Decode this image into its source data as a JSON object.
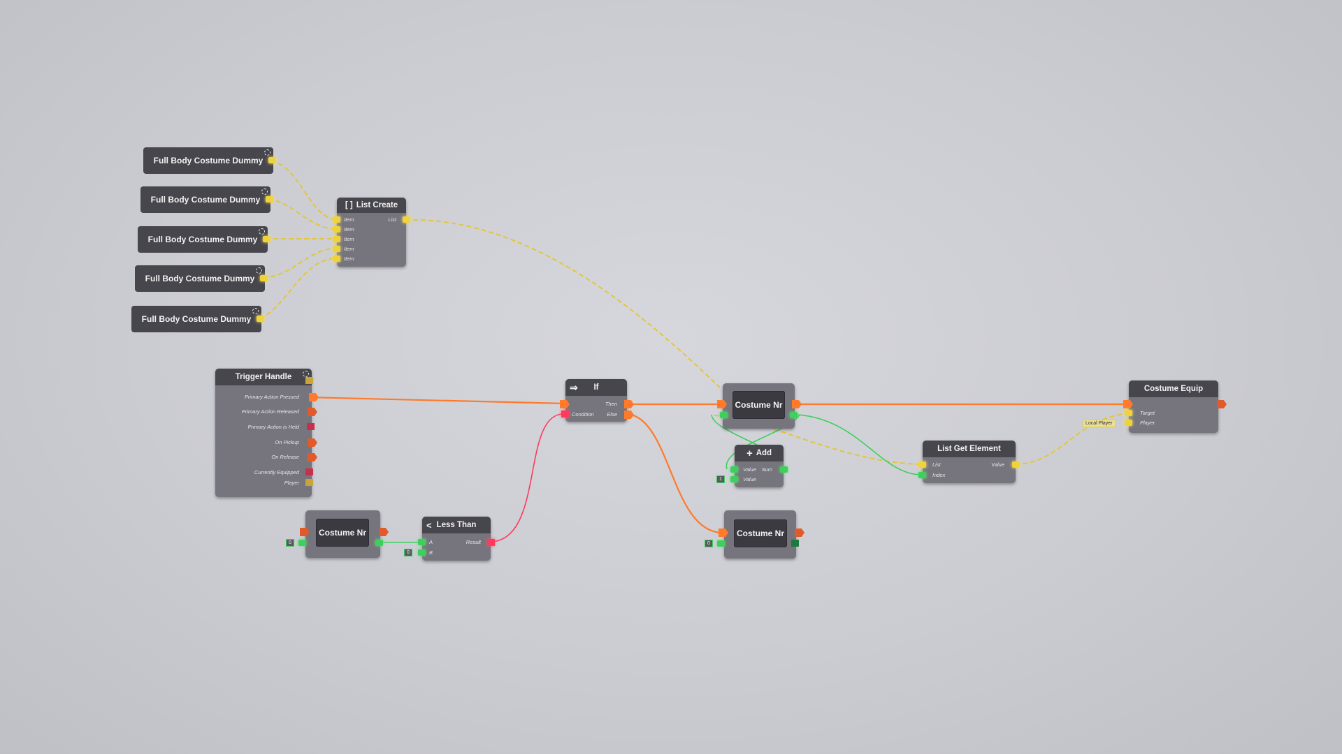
{
  "dummy_nodes": [
    {
      "label": "Full Body Costume Dummy"
    },
    {
      "label": "Full Body Costume Dummy"
    },
    {
      "label": "Full Body Costume Dummy"
    },
    {
      "label": "Full Body Costume Dummy"
    },
    {
      "label": "Full Body Costume Dummy"
    }
  ],
  "list_create": {
    "title": "List Create",
    "icon": "list-bracket-icon",
    "icon_text": "[ ]",
    "inputs": [
      "Item",
      "Item",
      "Item",
      "Item",
      "Item"
    ],
    "output": "List"
  },
  "trigger_handle": {
    "title": "Trigger Handle",
    "outputs": [
      "Primary Action Pressed",
      "Primary Action Released",
      "Primary Action is Held",
      "On Pickup",
      "On Release",
      "Currently Equipped",
      "Player"
    ]
  },
  "if_node": {
    "title": "If",
    "icon": "arrow-right-icon",
    "icon_text": "⇒",
    "outputs": [
      "Then",
      "Else"
    ],
    "inputs": [
      "Condition"
    ]
  },
  "costume_nr_center": {
    "label": "Costume Nr"
  },
  "add_node": {
    "title": "Add",
    "icon": "plus-icon",
    "icon_text": "+",
    "inputs": [
      "Value",
      "Value"
    ],
    "output": "Sum",
    "const_value": "1"
  },
  "list_get_element": {
    "title": "List Get Element",
    "inputs": [
      "List",
      "Index"
    ],
    "output": "Value"
  },
  "costume_equip": {
    "title": "Costume Equip",
    "inputs": [
      "Target",
      "Player"
    ],
    "player_literal": "Local Player"
  },
  "costume_nr_left": {
    "label": "Costume Nr",
    "const_value": "0"
  },
  "less_than": {
    "title": "Less Than",
    "icon_text": "<",
    "inputs": [
      "A",
      "B"
    ],
    "output": "Result",
    "const_value": "0"
  },
  "costume_nr_bottom": {
    "label": "Costume Nr",
    "const_value": "0"
  },
  "colors": {
    "exec": "#ff7a2a",
    "item": "#f0d23a",
    "number": "#3ecf5c",
    "bool": "#ff3a5a",
    "node_header": "#47464d",
    "node_body": "#76747c"
  }
}
